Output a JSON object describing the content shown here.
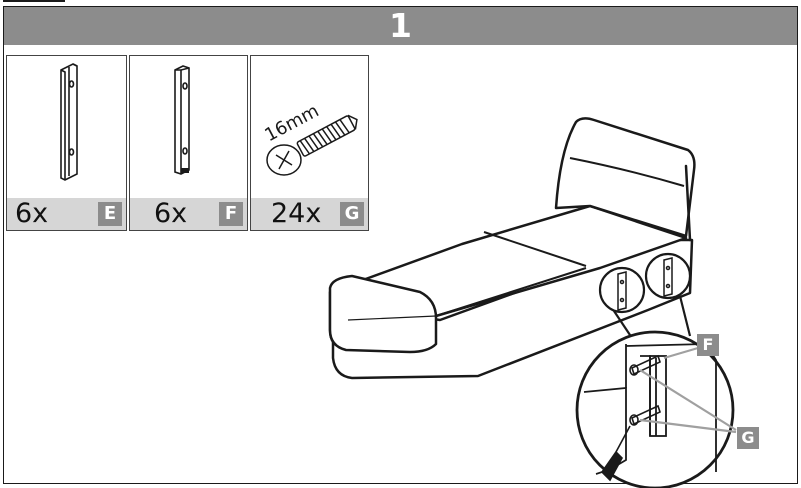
{
  "step": {
    "number": "1"
  },
  "parts": [
    {
      "count": "6x",
      "letter": "E",
      "icon": "long-bracket-icon"
    },
    {
      "count": "6x",
      "letter": "F",
      "icon": "short-bracket-icon"
    },
    {
      "count": "24x",
      "letter": "G",
      "icon": "screw-icon",
      "size_label": "16mm"
    }
  ],
  "callouts": {
    "bracket_label": "F",
    "screw_label": "G"
  },
  "colors": {
    "header": "#8c8c8c",
    "count_bar": "#d6d6d6",
    "line": "#1a1a1a"
  }
}
